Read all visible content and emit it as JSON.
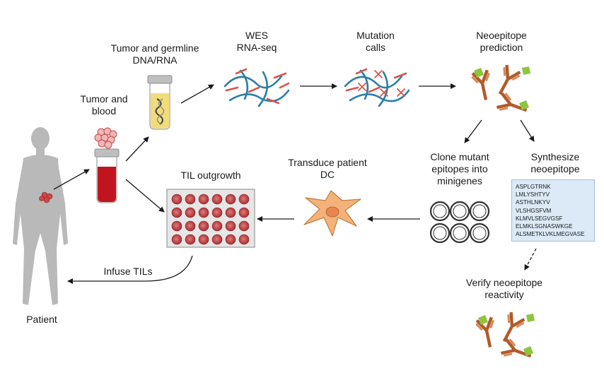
{
  "labels": {
    "tumor_germline": "Tumor and germline\nDNA/RNA",
    "wes": "WES\nRNA-seq",
    "mutation_calls": "Mutation\ncalls",
    "neoepitope_prediction": "Neoepitope\nprediction",
    "tumor_blood": "Tumor and\nblood",
    "til_outgrowth": "TIL outgrowth",
    "transduce": "Transduce patient\nDC",
    "clone_mutant": "Clone mutant\nepitopes into\nminigenes",
    "synthesize": "Synthesize\nneoepitope",
    "verify": "Verify neoepitope\nreactivity",
    "infuse": "Infuse TILs",
    "patient": "Patient"
  },
  "peptides": [
    "ASPLGTRNK",
    "LMLYSHTYV",
    "ASTHLNKYV",
    "VLSHGSFVM",
    "KLMVLSEGVGSF",
    "ELMKLSGNASWKGE",
    "ALSMETKLVKLMEGVASE"
  ],
  "colors": {
    "arrow": "#1a1a1a",
    "dna_blue": "#2a7fa6",
    "rna_red": "#d9544a",
    "blood": "#c0151f",
    "tumor_cell": "#c94a4a",
    "antibody": "#b25a2a",
    "antigen_green": "#8cc63f",
    "dc_cell": "#f3b27a",
    "body_gray": "#b9b9b9",
    "plate_bg": "#e6e6e6",
    "seq_box": "#dbeaf6"
  },
  "icons": [
    "patient-silhouette-icon",
    "tumor-icon",
    "blood-tube-icon",
    "sample-tube-icon",
    "dna-strands-icon",
    "mutated-strands-icon",
    "antibody-icon",
    "dendritic-cell-icon",
    "minigene-plasmid-icon",
    "culture-plate-icon"
  ]
}
